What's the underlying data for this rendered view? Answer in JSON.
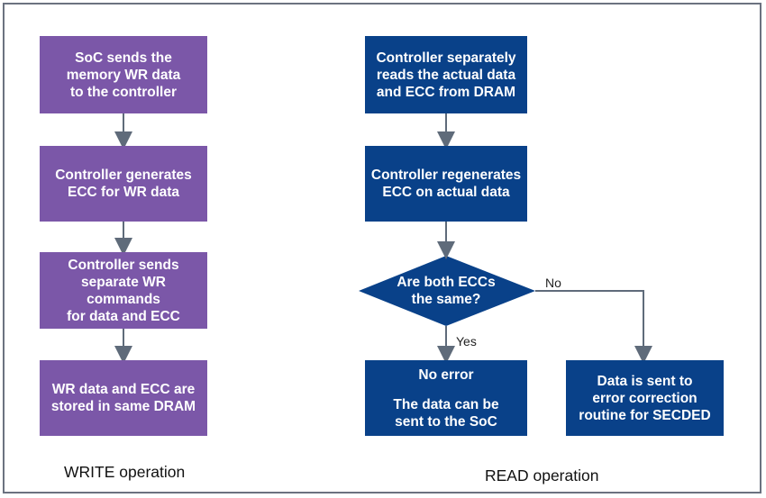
{
  "write_section": {
    "title": "WRITE operation",
    "steps": [
      "SoC sends the\nmemory WR data\nto the controller",
      "Controller generates\nECC for WR data",
      "Controller sends\nseparate WR commands\nfor data and ECC",
      "WR data and ECC are\nstored in same DRAM"
    ]
  },
  "read_section": {
    "title": "READ operation",
    "steps": [
      "Controller separately\nreads the actual data\nand ECC from DRAM",
      "Controller regenerates\nECC on actual data"
    ],
    "decision": "Are both ECCs\nthe same?",
    "yes_label": "Yes",
    "no_label": "No",
    "outcome_yes": {
      "title": "No error",
      "detail": "The data can be\nsent to the SoC"
    },
    "outcome_no": "Data is sent to\nerror correction\nroutine for SECDED"
  },
  "colors": {
    "write_box": "#7b57a8",
    "read_box": "#094189",
    "arrow": "#5f6b7a",
    "frame": "#6b7280"
  }
}
